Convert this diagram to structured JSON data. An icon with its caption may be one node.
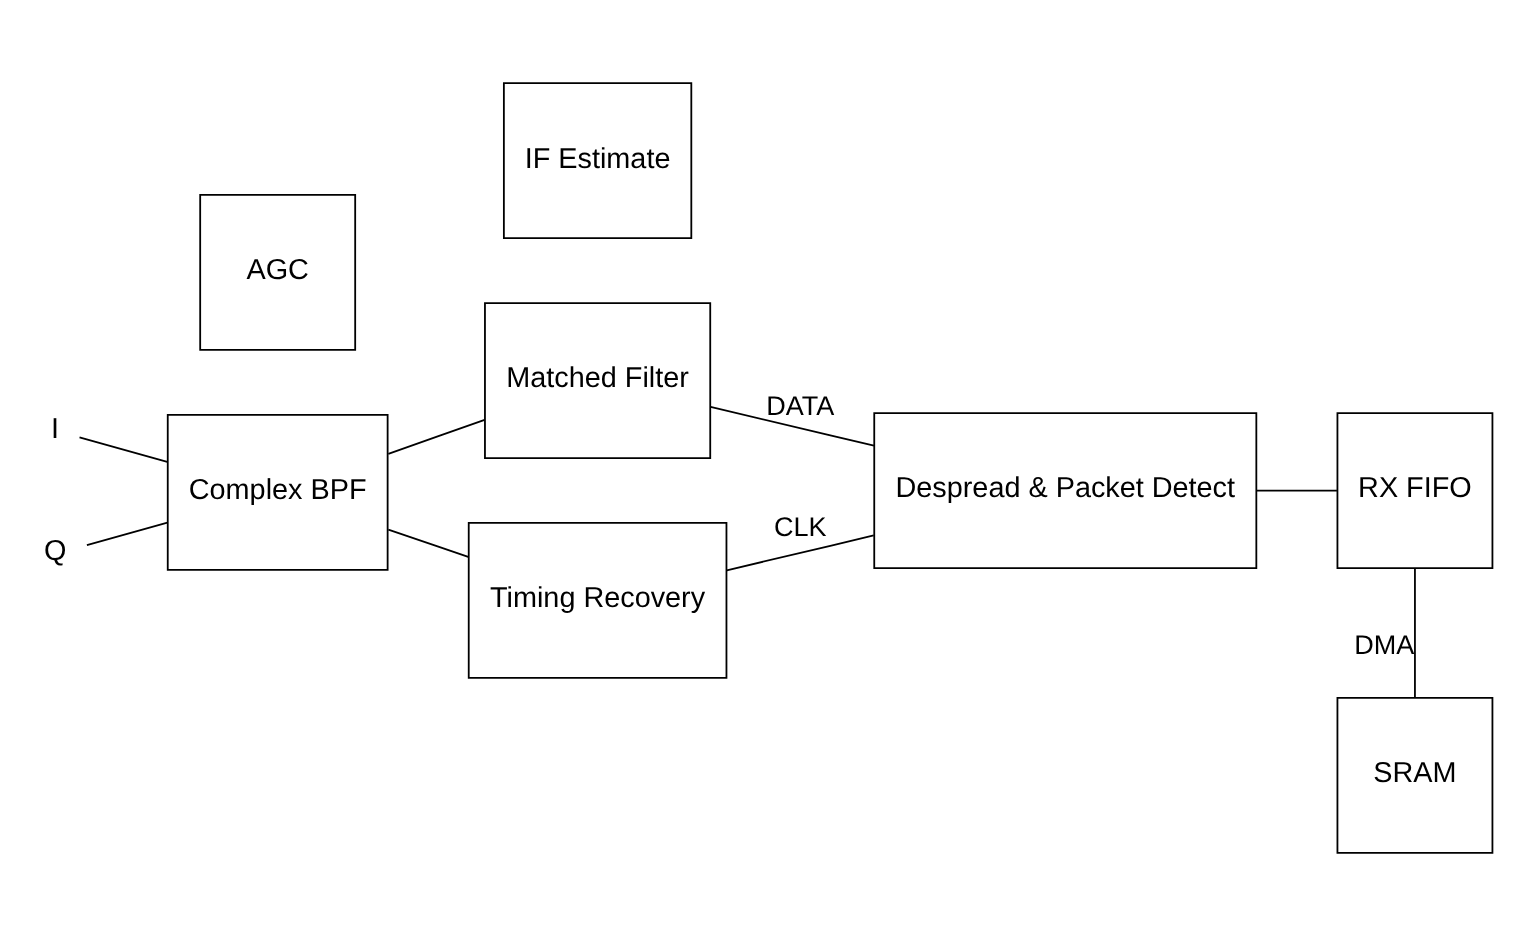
{
  "diagram": {
    "nodes": [
      {
        "text": [
          "I"
        ]
      },
      {
        "text": [
          "Q"
        ]
      },
      {
        "text": [
          "Complex BPF"
        ]
      },
      {
        "text": [
          "Matched Filter"
        ]
      },
      {
        "text": [
          "Timing Recovery"
        ]
      },
      {
        "text": [
          "Despread & Packet Detect"
        ]
      },
      {
        "text": [
          "RX FIFO"
        ]
      },
      {
        "text": [
          "AGC"
        ]
      },
      {
        "text": [
          "IF Estimate"
        ]
      },
      {
        "text": [
          "SRAM"
        ]
      }
    ],
    "edges": [
      {
        "from": 0,
        "to": 2,
        "arrow": "none"
      },
      {
        "from": 1,
        "to": 2,
        "arrow": "none"
      },
      {
        "from": 2,
        "to": 3,
        "arrow": "none"
      },
      {
        "from": 2,
        "to": 4,
        "arrow": "none"
      },
      {
        "from": 3,
        "to": 5,
        "arrow": "none",
        "label": "DATA"
      },
      {
        "from": 4,
        "to": 5,
        "arrow": "none",
        "label": "CLK"
      },
      {
        "from": 5,
        "to": 6,
        "arrow": "none"
      },
      {
        "from": 6,
        "to": 9,
        "arrow": "none",
        "label": "DMA"
      }
    ]
  }
}
